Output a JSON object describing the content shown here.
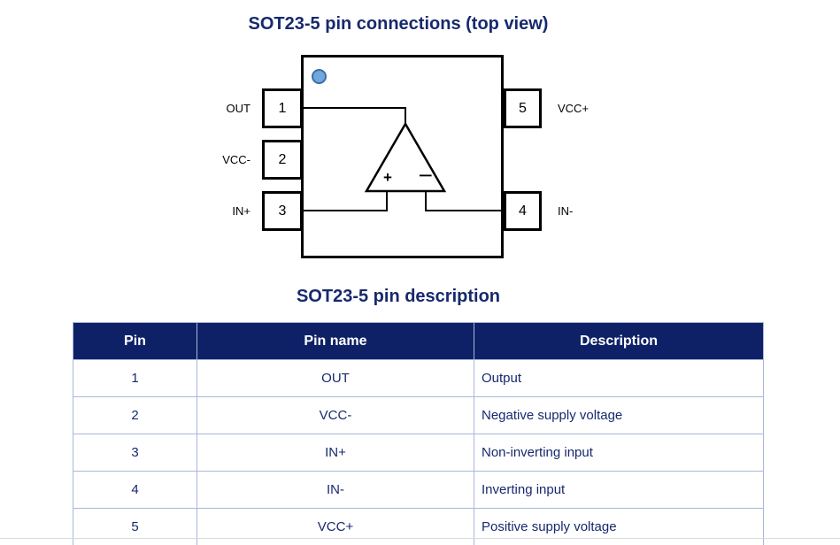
{
  "diagram": {
    "title": "SOT23-5 pin connections (top view)",
    "left_pins": [
      {
        "number": "1",
        "label": "OUT"
      },
      {
        "number": "2",
        "label": "VCC-"
      },
      {
        "number": "3",
        "label": "IN+"
      }
    ],
    "right_pins": [
      {
        "number": "5",
        "label": "VCC+"
      },
      {
        "number": "4",
        "label": "IN-"
      }
    ],
    "opamp": {
      "plus": "+",
      "minus": "−"
    }
  },
  "table": {
    "title": "SOT23-5 pin description",
    "headers": [
      "Pin",
      "Pin name",
      "Description"
    ],
    "rows": [
      {
        "pin": "1",
        "name": "OUT",
        "description": "Output"
      },
      {
        "pin": "2",
        "name": "VCC-",
        "description": "Negative supply voltage"
      },
      {
        "pin": "3",
        "name": "IN+",
        "description": "Non-inverting input"
      },
      {
        "pin": "4",
        "name": "IN-",
        "description": "Inverting input"
      },
      {
        "pin": "5",
        "name": "VCC+",
        "description": "Positive supply voltage"
      }
    ]
  },
  "colors": {
    "navy": "#17296e",
    "header_bg": "#0e2166",
    "header_text": "#ffffff",
    "border": "#a9b7da",
    "dot_fill": "#6fa8dc",
    "dot_border": "#3d6fa5"
  }
}
